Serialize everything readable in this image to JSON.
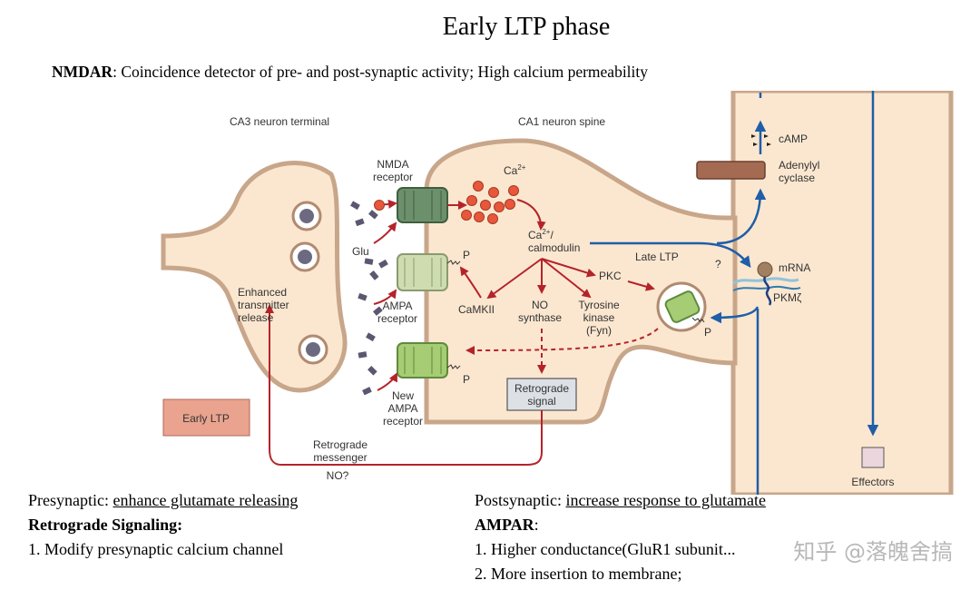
{
  "title": "Early LTP phase",
  "nmdar": {
    "term": "NMDAR",
    "description": ": Coincidence detector of pre- and post-synaptic activity; High calcium permeability"
  },
  "diagram": {
    "ca3_label": "CA3 neuron terminal",
    "ca1_label": "CA1 neuron spine",
    "nmda_receptor": [
      "NMDA",
      "receptor"
    ],
    "glu": "Glu",
    "ampa_receptor": [
      "AMPA",
      "receptor"
    ],
    "new_ampa_receptor": [
      "New",
      "AMPA",
      "receptor"
    ],
    "ca": "Ca",
    "ca_sup": "2+",
    "calmodulin": [
      "/",
      "calmodulin"
    ],
    "camkii": "CaMKII",
    "no_synthase": [
      "NO",
      "synthase"
    ],
    "tyrosine_kinase": [
      "Tyrosine",
      "kinase",
      "(Fyn)"
    ],
    "pkc": "PKC",
    "p": "P",
    "enhanced_release": [
      "Enhanced",
      "transmitter",
      "release"
    ],
    "early_ltp": "Early LTP",
    "retrograde_signal": [
      "Retrograde",
      "signal"
    ],
    "retrograde_messenger": [
      "Retrograde",
      "messenger"
    ],
    "no_q": "NO?",
    "late_ltp": "Late LTP",
    "question": "?",
    "camp": "cAMP",
    "adenylyl_cyclase": [
      "Adenylyl",
      "cyclase"
    ],
    "mrna": "mRNA",
    "pkmz": "PKMζ",
    "effectors": "Effectors"
  },
  "presynaptic": {
    "label": "Presynaptic: ",
    "text": "enhance glutamate releasing"
  },
  "retrograde": {
    "heading": "Retrograde Signaling:",
    "items": [
      "1.   Modify presynaptic calcium channel"
    ]
  },
  "postsynaptic": {
    "label": "Postsynaptic: ",
    "text": "increase response to glutamate"
  },
  "ampar": {
    "heading": "AMPAR",
    "suffix": ":",
    "items": [
      "1.   Higher conductance(GluR1 subunit...",
      "2.   More insertion to membrane;"
    ]
  },
  "watermark": "知乎 @落魄舍搞"
}
